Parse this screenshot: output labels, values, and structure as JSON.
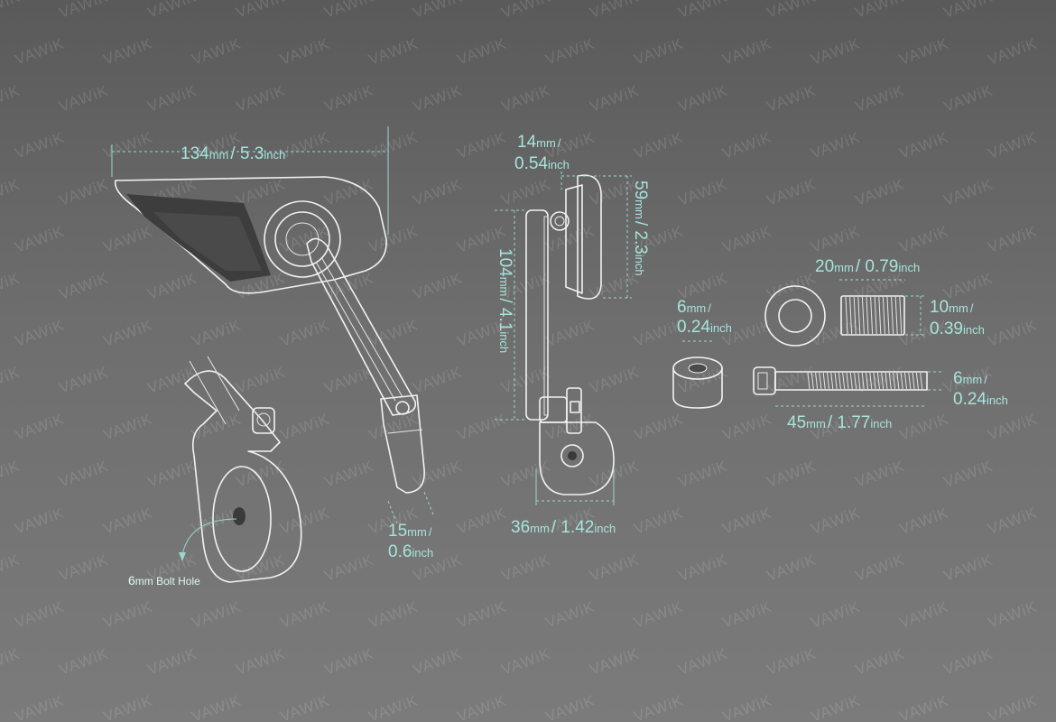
{
  "watermark": "VAWiK",
  "colors": {
    "dimension": "#a6e4dc",
    "outline": "#f2f2f2",
    "background": "#6a6a6a"
  },
  "side_view": {
    "width": {
      "value": "134",
      "unit1": "mm",
      "sep": "/",
      "value2": " 5.3",
      "unit2": "inch"
    },
    "arm_width": {
      "value": "15",
      "unit1": "mm",
      "sep": "/",
      "value2": "0.6",
      "unit2": "inch"
    },
    "bolt_note": {
      "value": "6",
      "unit1": "mm",
      "rest": " Bolt Hole"
    }
  },
  "front_view": {
    "depth": {
      "value": "14",
      "unit1": "mm",
      "sep": "/",
      "value2": "0.54",
      "unit2": "inch"
    },
    "mirror_height": {
      "value": "59",
      "unit1": "mm",
      "sep": "/",
      "value2": " 2.3",
      "unit2": "inch"
    },
    "total_height": {
      "value": "104",
      "unit1": "mm",
      "sep": "/",
      "value2": " 4.1",
      "unit2": "inch"
    },
    "clamp_width": {
      "value": "36",
      "unit1": "mm",
      "sep": "/",
      "value2": " 1.42",
      "unit2": "inch"
    }
  },
  "hardware": {
    "washer": {
      "value": "20",
      "unit1": "mm",
      "sep": "/",
      "value2": " 0.79",
      "unit2": "inch"
    },
    "spacer": {
      "value": "6",
      "unit1": "mm",
      "sep": "/",
      "value2": "0.24",
      "unit2": "inch"
    },
    "thread": {
      "value": "10",
      "unit1": "mm",
      "sep": "/",
      "value2": "0.39",
      "unit2": "inch"
    },
    "bolt_dia": {
      "value": "6",
      "unit1": "mm",
      "sep": "/",
      "value2": "0.24",
      "unit2": "inch"
    },
    "bolt_len": {
      "value": "45",
      "unit1": "mm",
      "sep": "/",
      "value2": " 1.77",
      "unit2": "inch"
    }
  }
}
